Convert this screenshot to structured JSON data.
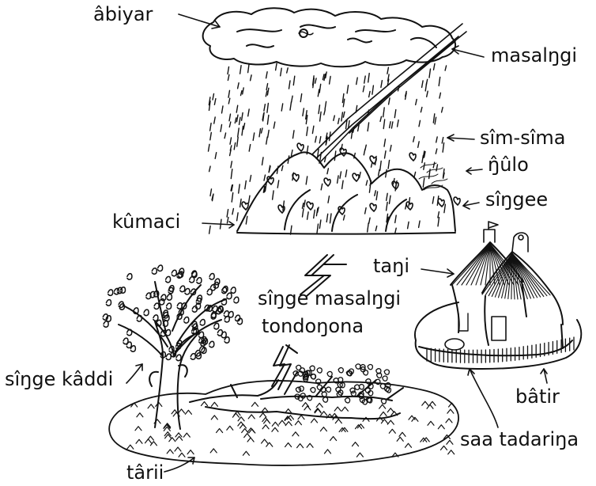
{
  "labels": {
    "cloud": "âbiyar",
    "lightning_top": "masalŋgi",
    "rain": "sîm-sîma",
    "smoke": "ŋ̂ûlo",
    "fire_top": "sîŋgee",
    "bush": "kûmaci",
    "house": "taŋi",
    "lightning_line1": "sîŋge masalŋgi",
    "lightning_line2": "tondoŋona",
    "tree": "sîŋge kâddi",
    "fence": "bâtir",
    "yard": "saa tadariŋa",
    "ground": "târii"
  },
  "colors": {
    "ink": "#111111",
    "background": "#ffffff"
  },
  "icons": {
    "cloud": "cloud-icon",
    "lightning": "lightning-bolt-icon",
    "tree": "tree-icon",
    "hut": "round-hut-icon"
  }
}
